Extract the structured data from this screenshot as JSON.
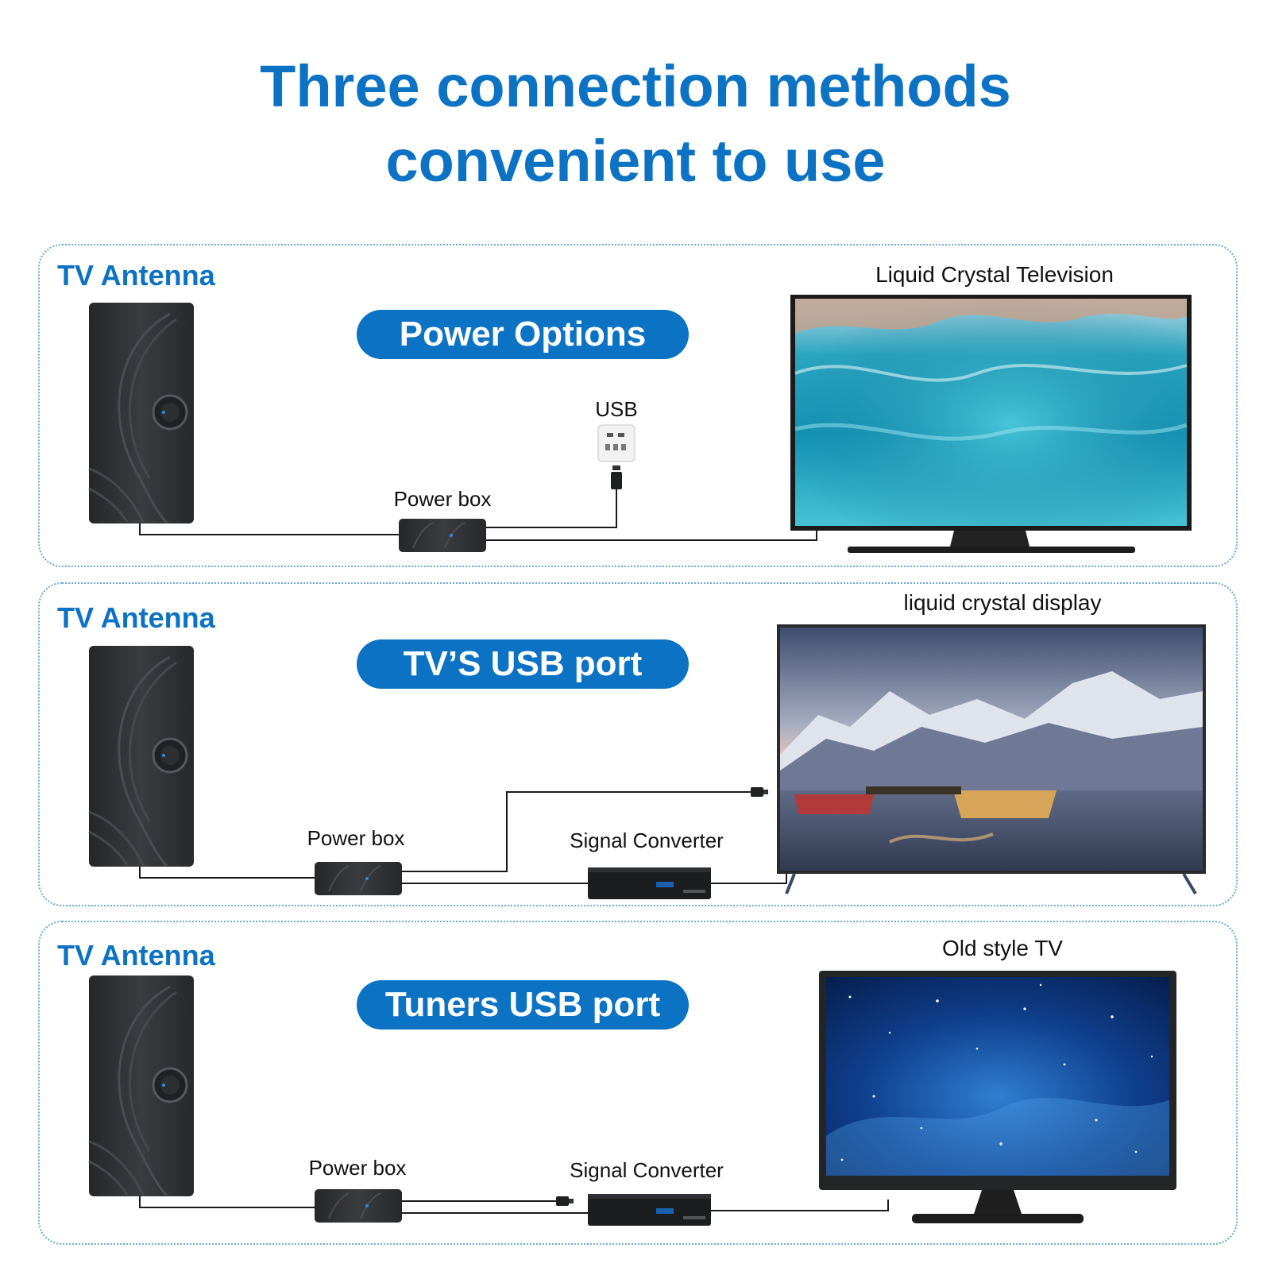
{
  "title": {
    "line1": "Three connection methods",
    "line2": "convenient to use"
  },
  "panels": [
    {
      "antenna_label": "TV Antenna",
      "method": "Power Options",
      "power_box_label": "Power box",
      "usb_label": "USB",
      "tv_label": "Liquid Crystal Television"
    },
    {
      "antenna_label": "TV Antenna",
      "method": "TV’S USB port",
      "power_box_label": "Power box",
      "converter_label": "Signal Converter",
      "tv_label": "liquid crystal display"
    },
    {
      "antenna_label": "TV Antenna",
      "method": "Tuners USB port",
      "power_box_label": "Power box",
      "converter_label": "Signal Converter",
      "tv_label": "Old style TV"
    }
  ],
  "colors": {
    "accent": "#0b72c4",
    "device": "#2b2d30",
    "border": "#6aa9d9"
  }
}
